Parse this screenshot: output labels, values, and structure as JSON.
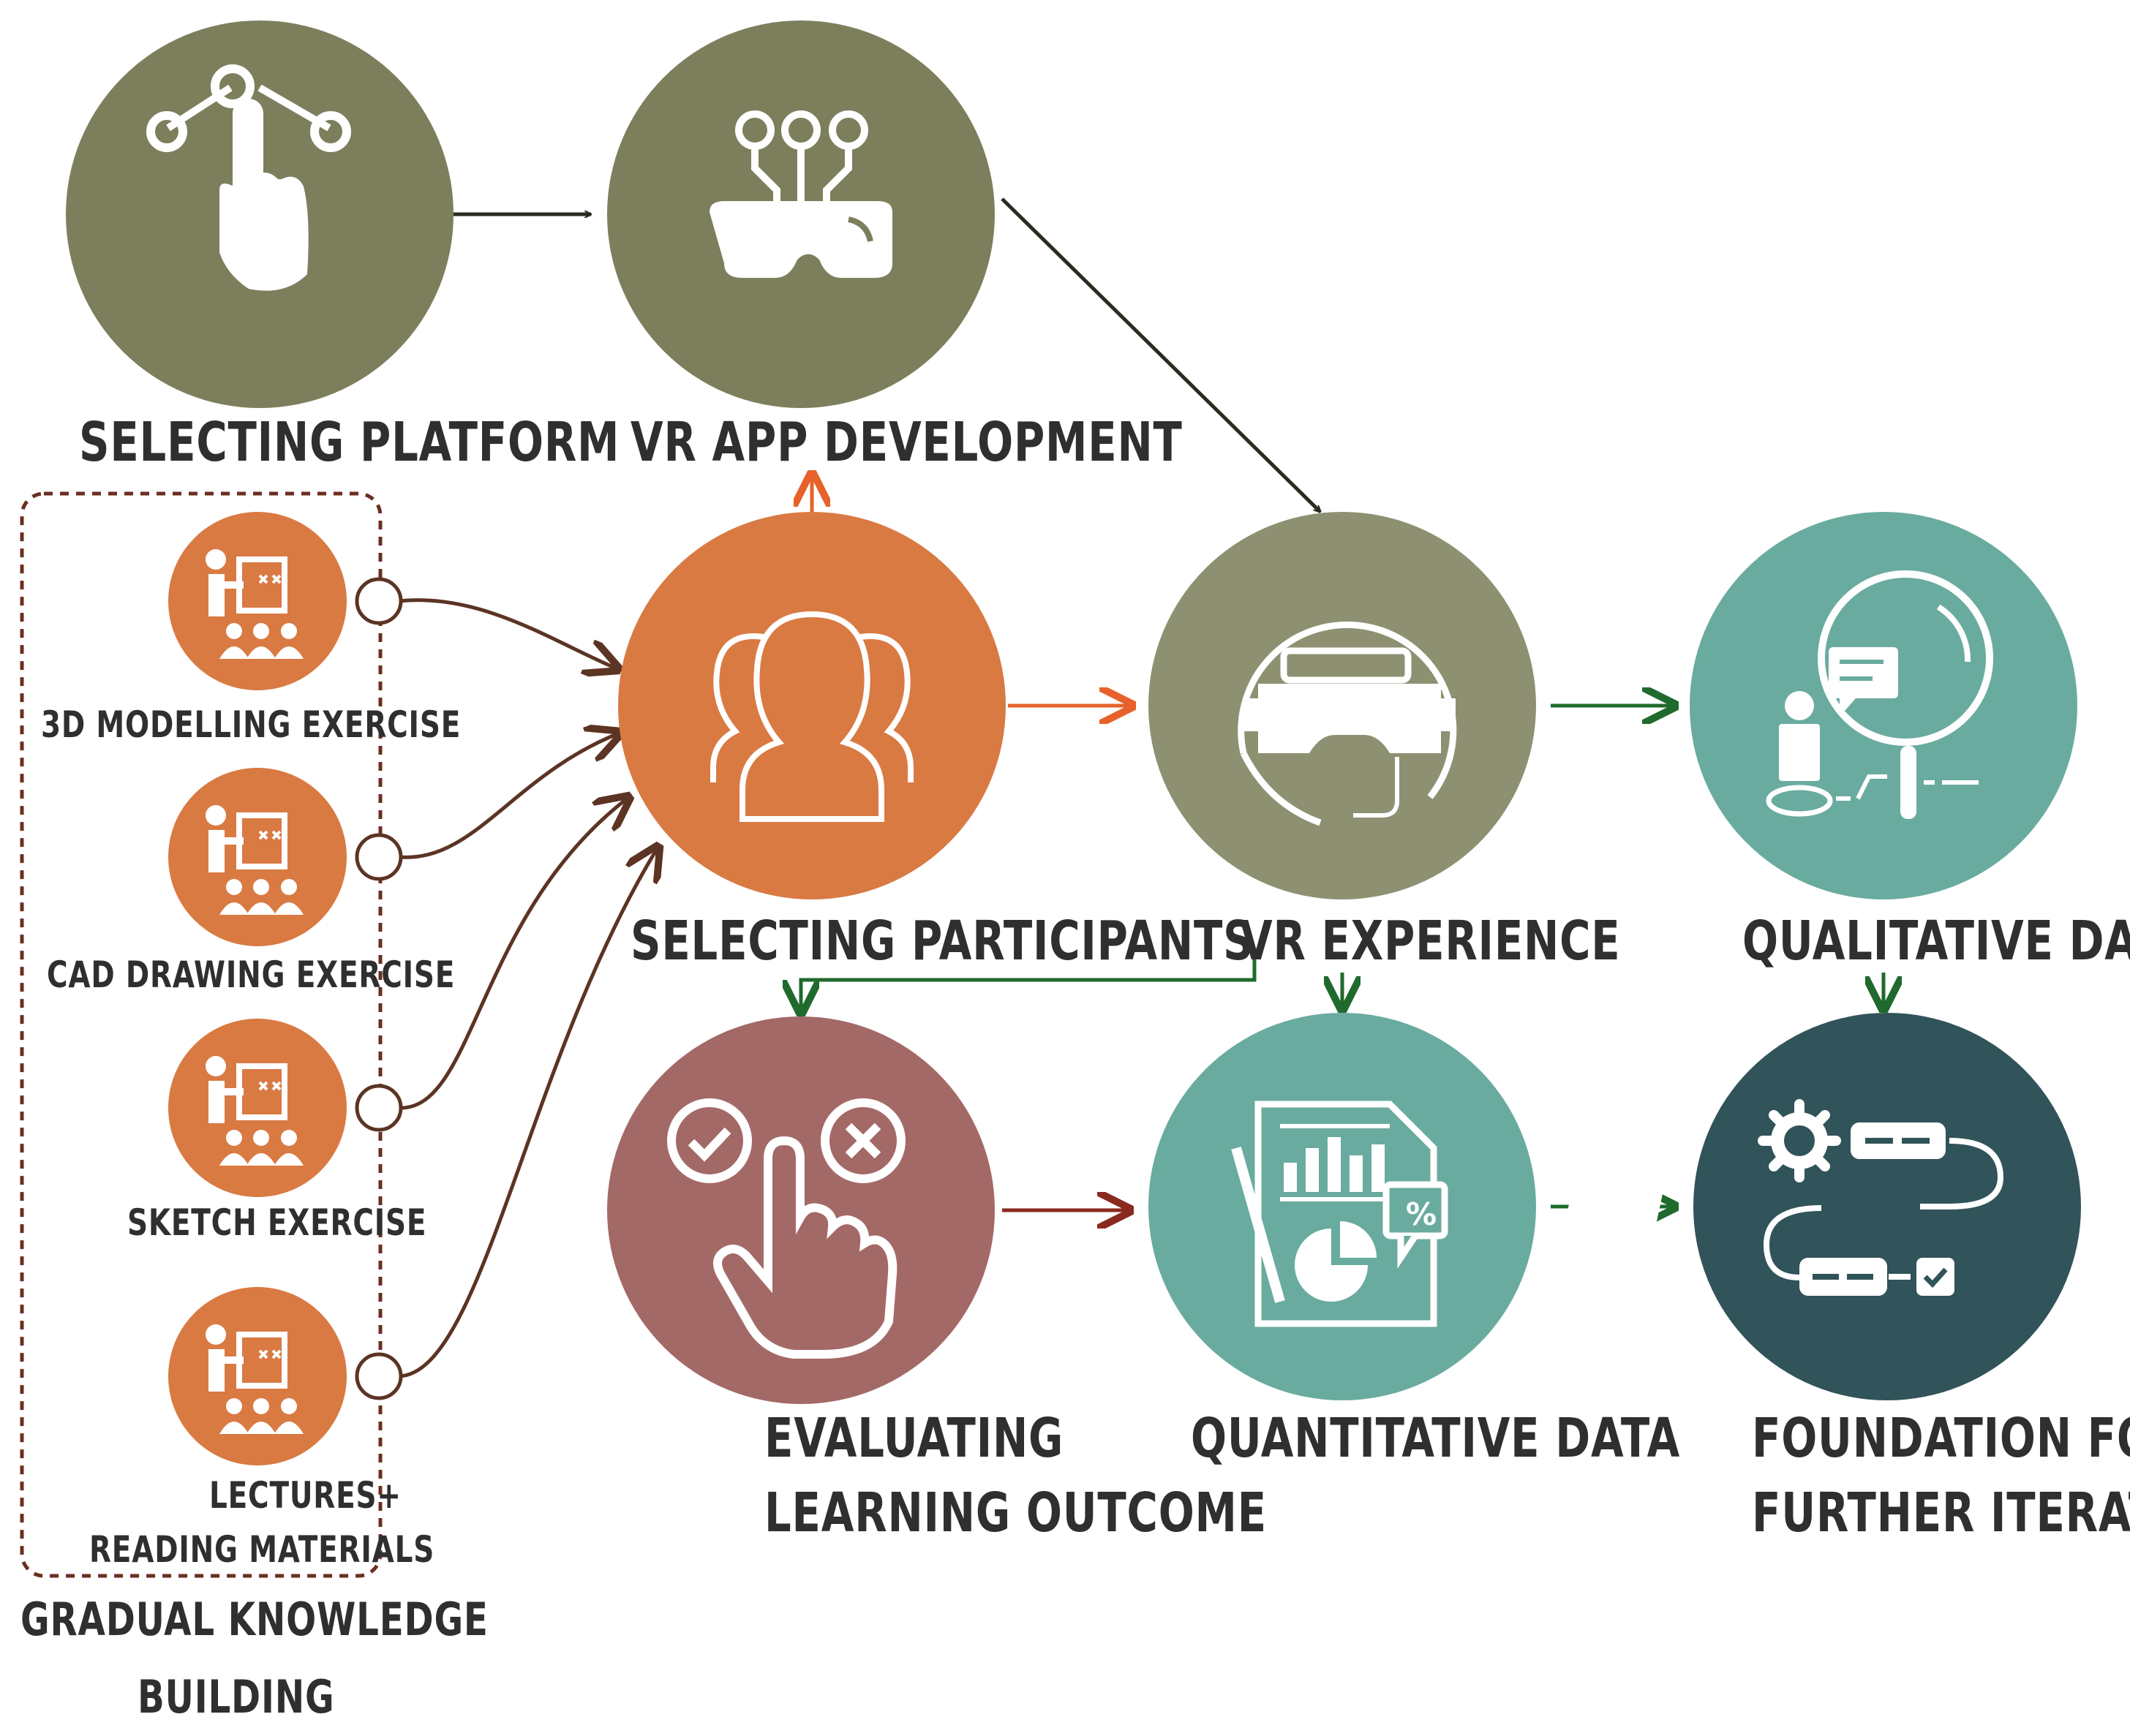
{
  "nodes": {
    "selecting_platform": "SELECTING PLATFORM",
    "vr_app_development": "VR APP DEVELOPMENT",
    "selecting_participants": "SELECTING PARTICIPANTS",
    "vr_experience": "VR EXPERIENCE",
    "qualitative_data": "QUALITATIVE DATA",
    "evaluating_line1": "EVALUATING",
    "evaluating_line2": "LEARNING OUTCOME",
    "quantitative_data": "QUANTITATIVE DATA",
    "foundation_line1": "FOUNDATION FOR",
    "foundation_line2": "FURTHER ITERATION"
  },
  "knowledge_group": {
    "title_line1": "GRADUAL KNOWLEDGE",
    "title_line2": "BUILDING",
    "items": [
      {
        "label": "3D MODELLING EXERCISE"
      },
      {
        "label": "CAD DRAWING EXERCISE"
      },
      {
        "label": "SKETCH EXERCISE"
      },
      {
        "label_line1": "LECTURES+",
        "label_line2": "READING MATERIALS"
      }
    ]
  },
  "colors": {
    "olive": "#7d7f5c",
    "olive_light": "#8e9072",
    "orange": "#d97a43",
    "teal": "#6aab9f",
    "mauve": "#a36966",
    "dark_teal": "#31535a",
    "brown_arrow": "#5c3424",
    "green_arrow": "#1f6a2c",
    "red_arrow": "#8a2a1f",
    "black_arrow": "#2b2b20"
  },
  "icons": {
    "selecting_platform": "hand-pointer-network-icon",
    "vr_app_development": "vr-headset-circuit-icon",
    "selecting_participants": "group-people-icon",
    "vr_experience": "vr-headset-cable-icon",
    "qualitative_data": "magnifier-interview-icon",
    "evaluating_learning_outcome": "check-cross-hand-icon",
    "quantitative_data": "report-chart-icon",
    "foundation": "workflow-gear-icon",
    "knowledge_items": "lecturer-board-icon"
  }
}
